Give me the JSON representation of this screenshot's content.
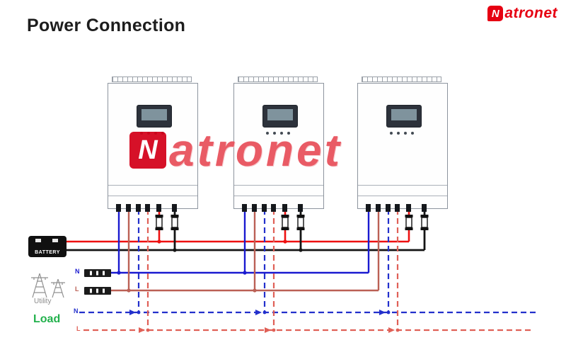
{
  "header": {
    "title": "Power Connection"
  },
  "brand": {
    "name": "Natronet",
    "emblem_letter": "N",
    "wordmark_rest": "atronet"
  },
  "watermark": {
    "emblem_letter": "N",
    "wordmark_rest": "atronet"
  },
  "battery": {
    "label": "BATTERY"
  },
  "utility": {
    "label": "Utility"
  },
  "load": {
    "label": "Load"
  },
  "ac_input": {
    "neutral_label": "N",
    "line_label": "L"
  },
  "load_output": {
    "neutral_label": "N",
    "line_label": "L"
  },
  "inverters": [
    {
      "id": "inverter-1"
    },
    {
      "id": "inverter-2"
    },
    {
      "id": "inverter-3"
    }
  ],
  "colors": {
    "accent": "#e60012",
    "watermark": "#e84f5a",
    "battery_positive": "#ee1111",
    "battery_negative": "#141414",
    "ac_neutral": "#1a1ad0",
    "ac_line": "#bb6055",
    "load_neutral": "#2330cc",
    "load_line": "#e06057",
    "load_label": "#22b14c"
  }
}
